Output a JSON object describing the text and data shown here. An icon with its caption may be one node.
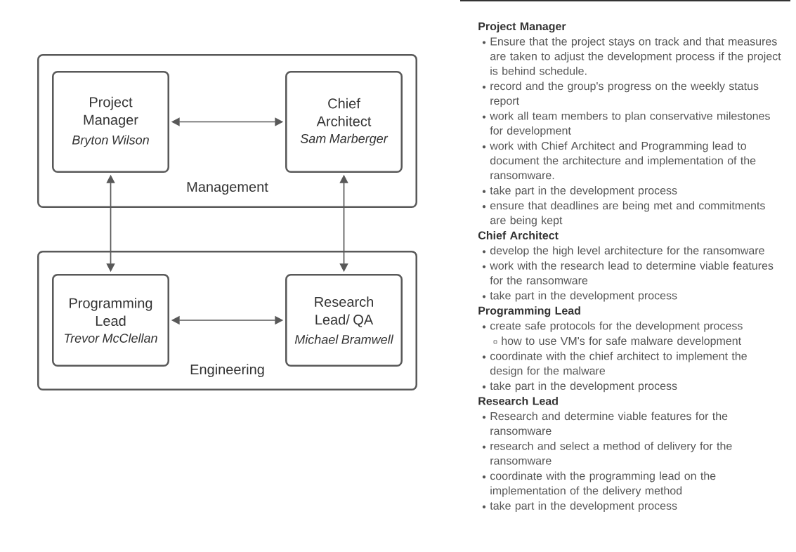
{
  "diagram": {
    "nodes": [
      {
        "text": [
          "Management"
        ]
      },
      {
        "text": [
          "Project Manager",
          "Bryton Wilson"
        ],
        "in": 0
      },
      {
        "text": [
          "Chief Architect",
          "Sam Marberger"
        ],
        "in": 0
      },
      {
        "text": [
          "Engineering"
        ]
      },
      {
        "text": [
          "Programming Lead",
          "Trevor McClellan"
        ],
        "in": 3
      },
      {
        "text": [
          "Research Lead/ QA",
          "Michael Bramwell"
        ],
        "in": 3
      }
    ],
    "edges": [
      {
        "from": 1,
        "to": 2,
        "arrow": "both"
      },
      {
        "from": 1,
        "to": 4,
        "arrow": "both"
      },
      {
        "from": 2,
        "to": 5,
        "arrow": "both"
      },
      {
        "from": 4,
        "to": 5,
        "arrow": "both"
      }
    ],
    "labels": [
      "Project Manager",
      "Ensure that the project stays on track and that measures are taken to adjust the development process if the project is behind schedule.",
      "record and the group's progress on the weekly status report",
      "work all team members to plan conservative milestones for development",
      "work with Chief Architect and Programming lead to document the architecture and implementation of the ransomware.",
      "take part in the development process",
      "ensure that deadlines are being met and commitments are being kept",
      "Chief Architect",
      "develop the high level architecture for the ransomware",
      "work with the research lead to determine viable features for the ransomware",
      "take part in the development process",
      "Programming Lead",
      "create safe protocols for the development process",
      "how to use VM's for safe malware development",
      "coordinate with the chief architect to implement the design for the malware",
      "take part in the development process",
      "Research Lead",
      "Research and determine viable features for the ransomware",
      "research and select a method of delivery for the ransomware",
      "coordinate with the programming lead on the implementation of the delivery method",
      "take part in the development process"
    ]
  }
}
